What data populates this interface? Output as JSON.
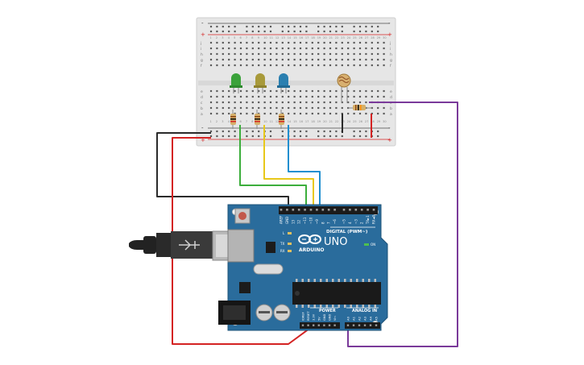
{
  "breadboard": {
    "plus_sign": "+",
    "minus_sign": "-",
    "row_letters_top": [
      "j",
      "i",
      "h",
      "g",
      "f"
    ],
    "row_letters_bottom": [
      "e",
      "d",
      "c",
      "b",
      "a"
    ],
    "column_count": 30
  },
  "components": {
    "leds": [
      {
        "name": "led-green",
        "color": "#3aa23a"
      },
      {
        "name": "led-yellow",
        "color": "#a89a3a"
      },
      {
        "name": "led-blue",
        "color": "#2a7fb0"
      }
    ],
    "photoresistor": {
      "name": "photoresistor"
    },
    "resistors": 4
  },
  "wires": {
    "black": "#2b2b2b",
    "red": "#d42323",
    "green": "#3cae3c",
    "yellow": "#e8c81a",
    "blue": "#1f8fd0",
    "purple": "#7a3a9a"
  },
  "arduino": {
    "brand": "ARDUINO",
    "model": "UNO",
    "digital_label": "DIGITAL (PWM~)",
    "power_label": "POWER",
    "analog_label": "ANALOG IN",
    "on_label": "ON",
    "led_labels": [
      "L",
      "TX",
      "RX"
    ],
    "digital_pins": [
      "AREF",
      "GND",
      "13",
      "12",
      "~11",
      "~10",
      "~9",
      "8",
      "7",
      "~6",
      "~5",
      "4",
      "~3",
      "2",
      "TX►1",
      "RX◄0"
    ],
    "power_pins": [
      "IOREF",
      "RESET",
      "3.3V",
      "5V",
      "GND",
      "GND",
      "Vin"
    ],
    "analog_pins": [
      "A0",
      "A1",
      "A2",
      "A3",
      "A4",
      "A5"
    ],
    "board_color": "#2a6c9c"
  }
}
